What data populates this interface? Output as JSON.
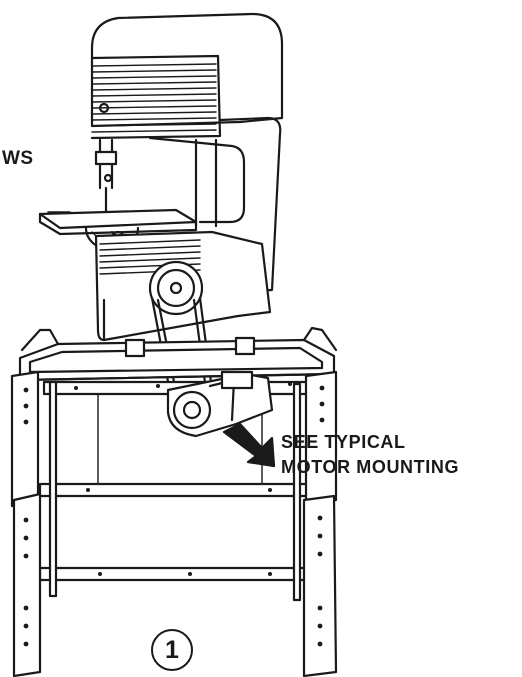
{
  "fragment_text": "WS",
  "callout": {
    "line1": "SEE TYPICAL",
    "line2": "MOTOR MOUNTING"
  },
  "figure_number": "1",
  "colors": {
    "ink": "#1a1a1a",
    "background": "#ffffff"
  }
}
